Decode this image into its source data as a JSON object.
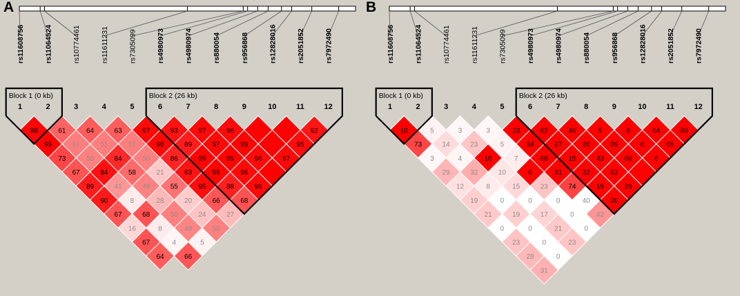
{
  "figure": {
    "background": "#d4d0c8",
    "color_scale": {
      "low": "#ffffff",
      "high": "#ff0000"
    },
    "text_dark": "#000000",
    "text_light": "#8c8c8c",
    "block_outline": "#000000"
  },
  "snps": [
    "rs11608756",
    "rs11064524",
    "rs10774461",
    "rs11611231",
    "rs7305099",
    "rs4980973",
    "rs4980974",
    "rs880054",
    "rs956868",
    "rs12828016",
    "rs2051852",
    "rs7972490"
  ],
  "bold_snps": [
    0,
    1,
    5,
    6,
    7,
    8,
    9,
    10,
    11
  ],
  "marker_positions": [
    0,
    0.062,
    0.075,
    0.5,
    0.666,
    0.679,
    0.709,
    0.74,
    0.78,
    0.81,
    0.87,
    0.95,
    1.0
  ],
  "panels": [
    {
      "label": "A",
      "values": [
        [
          98,
          61,
          64,
          63,
          97,
          93,
          97,
          96,
          100,
          100,
          92,
          95
        ],
        [
          99,
          51,
          51,
          51,
          98,
          89,
          97,
          99,
          100,
          95
        ],
        [
          73,
          50,
          84,
          50,
          86,
          99,
          99,
          96,
          97
        ],
        [
          67,
          94,
          58,
          21,
          93,
          99,
          96,
          100
        ],
        [
          89,
          41,
          49,
          55,
          95,
          88,
          96
        ],
        [
          90,
          8,
          28,
          20,
          66,
          68
        ],
        [
          67,
          68,
          50,
          24,
          27
        ],
        [
          16,
          8,
          48,
          50
        ],
        [
          67,
          4,
          5
        ],
        [
          64,
          66
        ]
      ],
      "shown": [
        [
          "98",
          "61",
          "64",
          "63",
          "97",
          "93",
          "97",
          "96",
          "",
          "",
          "92",
          "95"
        ],
        [
          "99",
          "51",
          "51",
          "51",
          "98",
          "89",
          "97",
          "99",
          "",
          "95"
        ],
        [
          "73",
          "50",
          "84",
          "50",
          "86",
          "99",
          "99",
          "96",
          "97"
        ],
        [
          "67",
          "94",
          "58",
          "21",
          "93",
          "99",
          "96",
          ""
        ],
        [
          "89",
          "41",
          "49",
          "55",
          "95",
          "88",
          "96"
        ],
        [
          "90",
          "8",
          "28",
          "20",
          "66",
          "68"
        ],
        [
          "67",
          "68",
          "50",
          "24",
          "27"
        ],
        [
          "16",
          "8",
          "48",
          "50"
        ],
        [
          "67",
          "4",
          "5"
        ],
        [
          "64",
          "66"
        ]
      ],
      "blocks": [
        {
          "label": "Block 1 (0 kb)",
          "start": 1,
          "end": 2
        },
        {
          "label": "Block 2 (26 kb)",
          "start": 6,
          "end": 12
        }
      ]
    },
    {
      "label": "B",
      "values": [
        [
          100,
          5,
          3,
          3,
          100,
          100,
          100,
          100,
          100,
          100,
          100,
          100
        ],
        [
          73,
          14,
          23,
          5,
          100,
          100,
          100,
          100,
          100,
          100,
          100
        ],
        [
          3,
          4,
          100,
          7,
          100,
          100,
          100,
          100,
          100,
          100
        ],
        [
          29,
          32,
          10,
          100,
          100,
          100,
          100,
          100,
          100
        ],
        [
          12,
          8,
          15,
          23,
          74,
          100,
          100,
          100
        ],
        [
          19,
          0,
          0,
          0,
          0,
          100,
          100
        ],
        [
          21,
          19,
          17,
          0,
          42,
          0
        ],
        [
          0,
          0,
          21,
          0,
          0
        ],
        [
          23,
          0,
          23,
          0
        ],
        [
          28,
          0,
          0
        ],
        [
          31
        ]
      ],
      "shown": [
        [
          "10",
          "5",
          "3",
          "3",
          "23",
          "62",
          "46",
          "9",
          "9",
          "64",
          "89"
        ],
        [
          "73",
          "14",
          "23",
          "5",
          "34",
          "27",
          "20",
          "89",
          "6",
          "65"
        ],
        [
          "3",
          "4",
          "10",
          "7",
          "68",
          "15",
          "43",
          "68",
          "6"
        ],
        [
          "29",
          "32",
          "10",
          "6",
          "31",
          "32",
          "62"
        ],
        [
          "12",
          "8",
          "15",
          "23",
          "74",
          "19",
          "29"
        ],
        [
          "19",
          "0",
          "0",
          "0",
          "40",
          "20"
        ],
        [
          "21",
          "19",
          "17",
          "0",
          "42"
        ],
        [
          "0",
          "0",
          "21",
          "0"
        ],
        [
          "23",
          "0",
          "23"
        ],
        [
          "28",
          "0"
        ],
        [
          "31"
        ]
      ],
      "blocks": [
        {
          "label": "Block 1 (0 kb)",
          "start": 1,
          "end": 2
        },
        {
          "label": "Block 2 (26 kb)",
          "start": 6,
          "end": 12
        }
      ]
    }
  ]
}
